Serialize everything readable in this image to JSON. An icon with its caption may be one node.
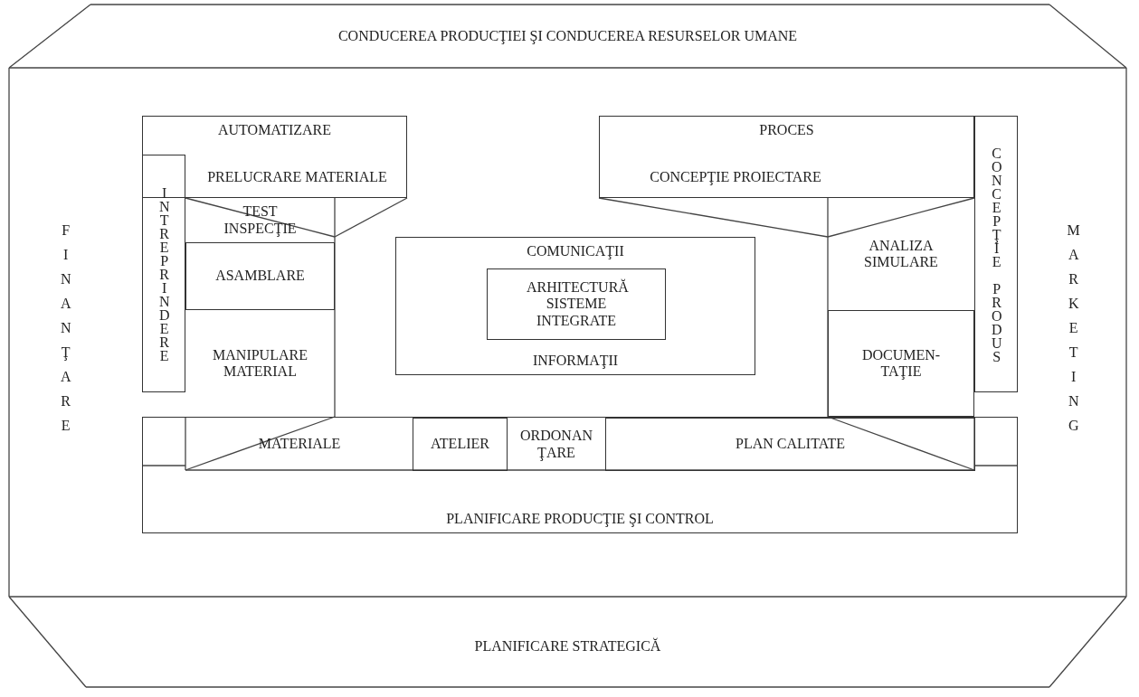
{
  "diagram": {
    "nodes": [
      {
        "text": [
          "CONDUCEREA PRODUCŢIEI ŞI CONDUCEREA RESURSELOR UMANE"
        ]
      },
      {
        "text": [
          "FINANŢARE"
        ]
      },
      {
        "text": [
          "AUTOMATIZARE"
        ]
      },
      {
        "text": [
          "PRELUCRARE MATERIALE"
        ],
        "in": 2
      },
      {
        "text": [
          "INTREPRINDERE"
        ]
      },
      {
        "text": [
          "PROCES"
        ]
      },
      {
        "text": [
          "CONCEPŢIE PROIECTARE"
        ],
        "in": 5
      },
      {
        "text": [
          "CONCEPŢIE PRODUS"
        ]
      },
      {
        "text": [
          "MARKETING"
        ]
      },
      {
        "text": [
          "TEST INSPECŢIE"
        ]
      },
      {
        "text": [
          "ASAMBLARE"
        ]
      },
      {
        "text": [
          "MANIPULARE MATERIAL"
        ]
      },
      {
        "text": [
          "COMUNICAŢII",
          "INFORMAŢII"
        ]
      },
      {
        "text": [
          "ARHITECTURĂ SISTEME INTEGRATE"
        ],
        "in": 12
      },
      {
        "text": [
          "ANALIZA SIMULARE"
        ]
      },
      {
        "text": [
          "DOCUMEN- TAŢIE"
        ]
      },
      {
        "text": [
          "PLANIFICARE PRODUCŢIE ŞI CONTROL"
        ]
      },
      {
        "text": [
          "MATERIALE"
        ],
        "in": 16
      },
      {
        "text": [
          "ATELIER"
        ],
        "in": 16
      },
      {
        "text": [
          "ORDONAN ŢARE"
        ],
        "in": 16
      },
      {
        "text": [
          "PLAN CALITATE"
        ],
        "in": 16
      },
      {
        "text": [
          "PLANIFICARE STRATEGICĂ"
        ]
      }
    ]
  }
}
